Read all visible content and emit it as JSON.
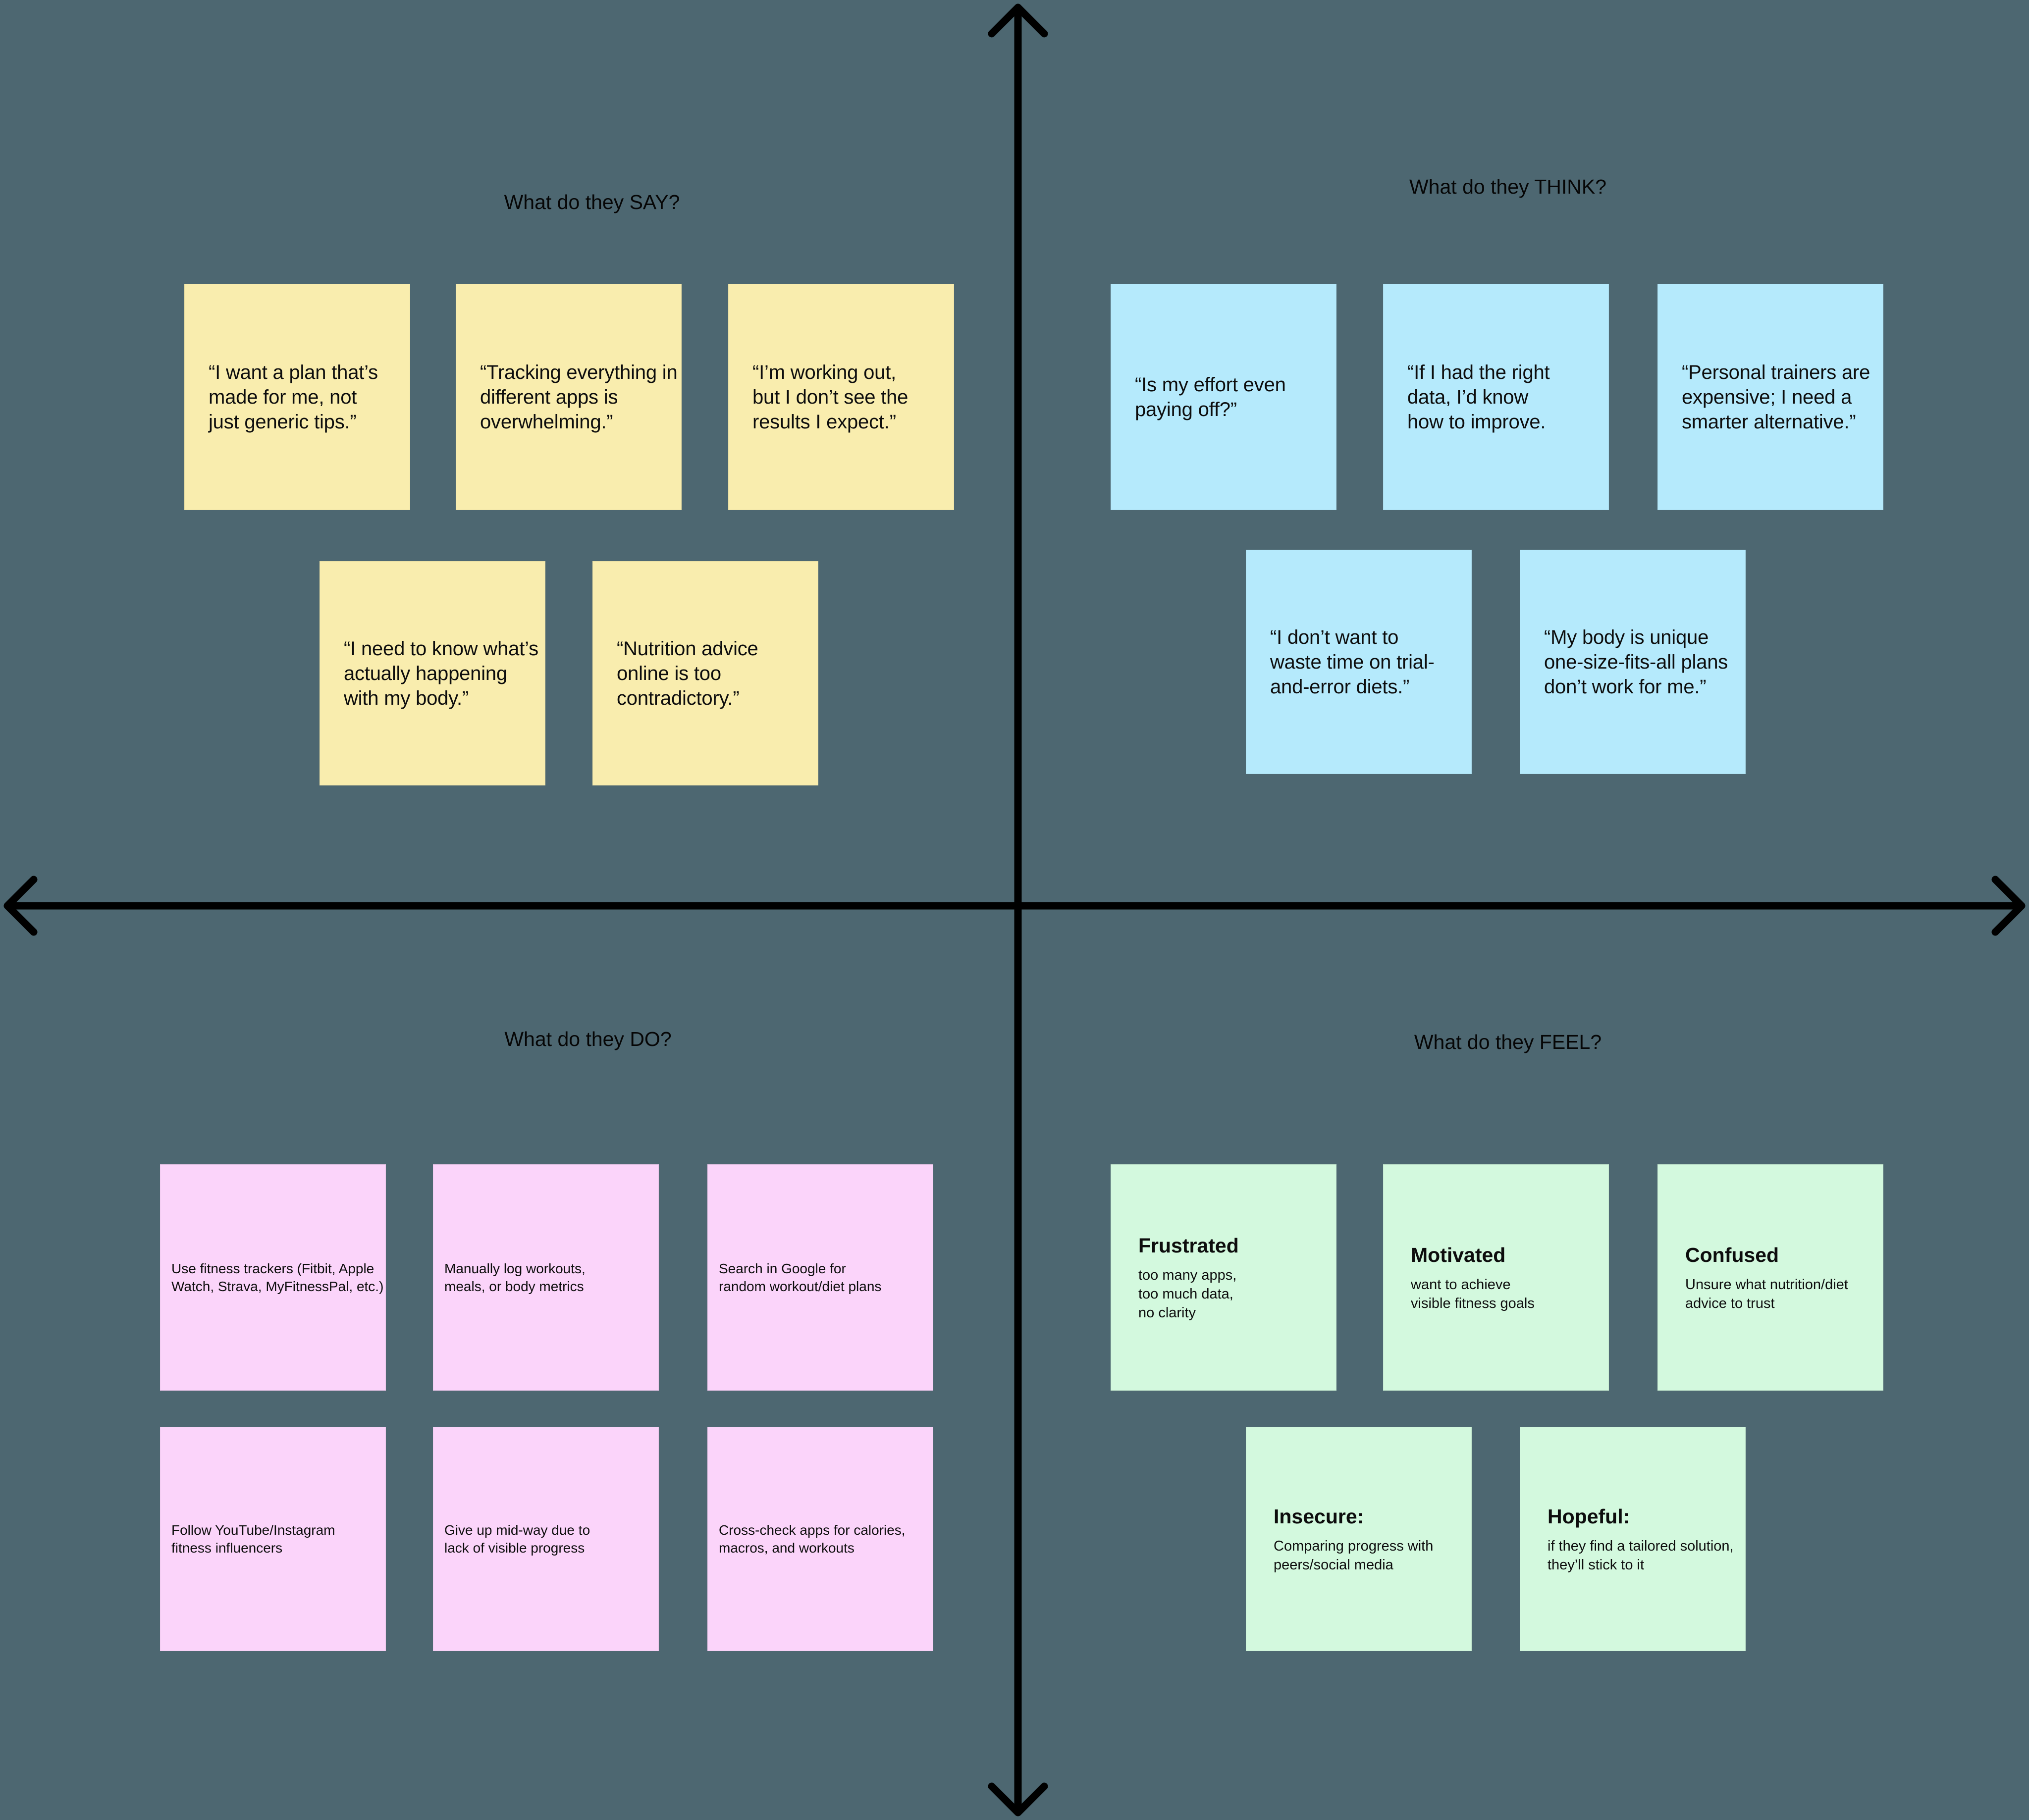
{
  "board": {
    "background_color": "#4D6771",
    "axis_color": "#000000"
  },
  "quadrants": {
    "say": {
      "title": "What do they SAY?",
      "note_color": "#F9EDAE",
      "notes": [
        "“I want a plan that’s\nmade for me, not\njust generic tips.”",
        "“Tracking everything in\ndifferent apps is\noverwhelming.”",
        "“I’m working out,\nbut I don’t see the\nresults I expect.”",
        "“I need to know what’s\nactually happening\nwith my body.”",
        "“Nutrition advice\nonline is too\ncontradictory.”"
      ]
    },
    "think": {
      "title": "What do they THINK?",
      "note_color": "#B5EAFC",
      "notes": [
        "“Is my effort even\npaying off?”",
        "“If I had the right\ndata, I’d know\nhow to improve.",
        "“Personal trainers are\nexpensive; I need a\nsmarter alternative.”",
        "“I don’t want to\nwaste time on trial-\nand-error diets.”",
        "“My body is unique\none-size-fits-all plans\ndon’t work for me.”"
      ]
    },
    "do": {
      "title": "What do they DO?",
      "note_color": "#FBD4FA",
      "notes": [
        "Use fitness trackers (Fitbit, Apple\nWatch, Strava, MyFitnessPal, etc.)",
        "Manually log workouts,\nmeals, or body metrics",
        "Search in Google for\nrandom workout/diet plans",
        "Follow YouTube/Instagram\nfitness influencers",
        "Give up mid-way due to\nlack of visible progress",
        "Cross-check apps for calories,\nmacros, and workouts"
      ]
    },
    "feel": {
      "title": "What do they FEEL?",
      "note_color": "#D3F9DE",
      "notes": [
        {
          "heading": "Frustrated",
          "body": "too many apps,\ntoo much data,\nno clarity"
        },
        {
          "heading": "Motivated",
          "body": "want to achieve\nvisible fitness goals"
        },
        {
          "heading": "Confused",
          "body": "Unsure what nutrition/diet\nadvice to trust"
        },
        {
          "heading": "Insecure:",
          "body": "Comparing progress with\npeers/social media"
        },
        {
          "heading": "Hopeful:",
          "body": "if they find a tailored solution,\nthey’ll stick to it"
        }
      ]
    }
  }
}
